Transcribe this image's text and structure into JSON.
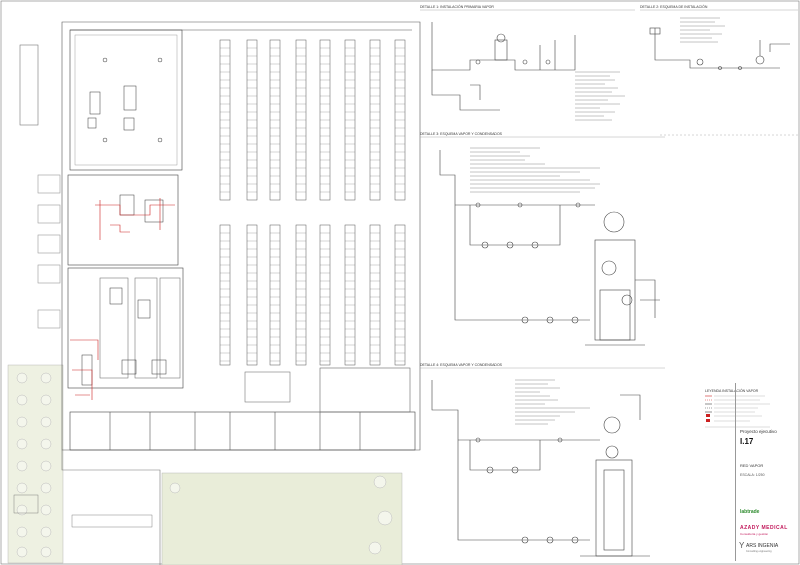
{
  "sections": {
    "detail1": "DETALLE 1: INSTALACIÓN PRIMARIA VAPOR",
    "detail2": "DETALLE 2: ESQUEMA DE INSTALACIÓN",
    "detail3": "DETALLE 3: ESQUEMA VAPOR Y CONDENSADOS",
    "detail4": "DETALLE 4: ESQUEMA VAPOR Y CONDENSADOS"
  },
  "legend": {
    "title": "LEYENDA INSTALACIÓN VAPOR"
  },
  "title_block": {
    "project": "Proyecto ejecutivo",
    "sheet_number": "I.17",
    "sheet_title": "RED VAPOR",
    "scale": "ESCALA: 1/250",
    "logo_labtrade": "labtrade",
    "logo_azady": "AZADY MEDICAL",
    "logo_azady_sub": "Consultoría y gestión",
    "logo_ars": "ARS INGENIA",
    "logo_ars_sub": "Consulting engineering"
  },
  "colors": {
    "line": "#555555",
    "red": "#cc2222",
    "grass": "#e8ecd8"
  }
}
